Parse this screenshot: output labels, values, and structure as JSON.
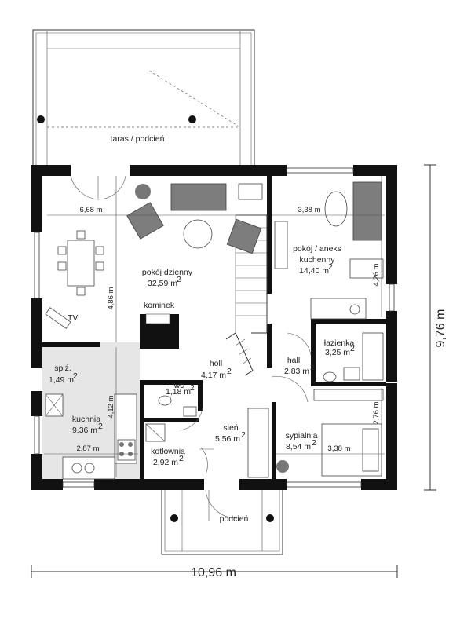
{
  "terrace": {
    "label": "taras / podcień"
  },
  "porch": {
    "label": "podcień"
  },
  "rooms": {
    "pokoj_dzienny": {
      "name": "pokój dzienny",
      "area": "32,59 m",
      "sup": "2"
    },
    "pokoj_aneks_1": "pokój / aneks",
    "pokoj_aneks_2": "kuchenny",
    "pokoj_aneks_area": "14,40 m",
    "pokoj_aneks_sup": "2",
    "kominek": "kominek",
    "tv": "TV",
    "spiz": {
      "name": "spiż.",
      "area": "1,49 m",
      "sup": "2"
    },
    "kuchnia": {
      "name": "kuchnia",
      "area": "9,36 m",
      "sup": "2"
    },
    "wc": {
      "name": "wc",
      "area": "1,18 m",
      "sup": "2"
    },
    "holl": {
      "name": "holl",
      "area": "4,17 m",
      "sup": "2"
    },
    "hall": {
      "name": "hall",
      "area": "2,83 m",
      "sup": "2"
    },
    "lazienka": {
      "name": "łazienka",
      "area": "3,25 m",
      "sup": "2"
    },
    "sien": {
      "name": "sień",
      "area": "5,56 m",
      "sup": "2"
    },
    "kotlownia": {
      "name": "kotłownia",
      "area": "2,92 m",
      "sup": "2"
    },
    "sypialnia": {
      "name": "sypialnia",
      "area": "8,54 m",
      "sup": "2"
    }
  },
  "dimensions": {
    "d668": "6,68 m",
    "d338_top": "3,38 m",
    "d486": "4,86 m",
    "d426": "4,26 m",
    "d412": "4,12 m",
    "d287": "2,87 m",
    "d276": "2,76 m",
    "d338_bottom": "3,38 m",
    "overall_width": "10,96 m",
    "overall_height": "9,76 m"
  }
}
